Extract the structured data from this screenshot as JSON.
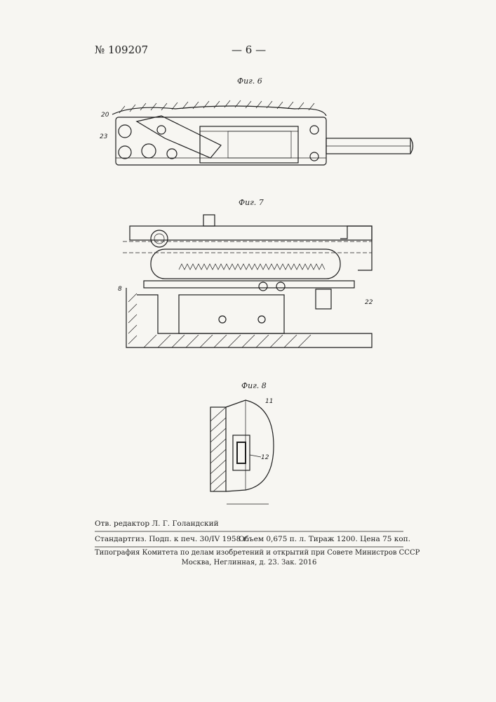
{
  "header": {
    "patent_number": "№ 109207",
    "page_number": "— 6 —"
  },
  "figures": [
    {
      "caption": "Фиг. 6",
      "labels": [
        "20",
        "23"
      ]
    },
    {
      "caption": "Фиг. 7",
      "labels": [
        "8",
        "22"
      ]
    },
    {
      "caption": "Фиг. 8",
      "labels": [
        "11",
        "12"
      ]
    }
  ],
  "footer": {
    "editor_line": "Отв. редактор Л. Г. Голандский",
    "print_info_left": "Стандартгиз. Подп. к печ. 30/IV 1958 г.",
    "print_info_right": "Объем 0,675 п. л. Тираж 1200. Цена 75 коп.",
    "printer_line1": "Типография Комитета по делам изобретений и открытий при Совете Министров СССР",
    "printer_line2": "Москва, Неглинная, д. 23. Зак. 2016"
  }
}
